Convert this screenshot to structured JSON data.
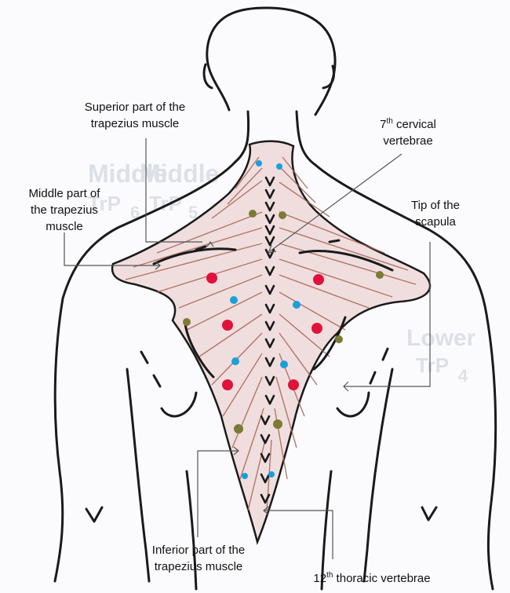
{
  "labels": {
    "superior": {
      "line1": "Superior part of the",
      "line2": "trapezius muscle"
    },
    "middle": {
      "line1": "Middle part of",
      "line2": "the trapezius",
      "line3": "muscle"
    },
    "c7": {
      "prefix": "7",
      "sup": "th",
      "line1_rest": " cervical",
      "line2": "vertebrae"
    },
    "tip": {
      "line1": "Tip of the",
      "line2": "scapula"
    },
    "inferior": {
      "line1": "Inferior part of the",
      "line2": "trapezius muscle"
    },
    "t12": {
      "prefix": "12",
      "sup": "th",
      "rest": " thoracic vertebrae"
    }
  },
  "background_text": {
    "middle_left": "Middle",
    "tp_left": "TrP",
    "num_left": "6",
    "middle_right": "Middle",
    "tp_right": "TrP",
    "num_right": "5",
    "lower": "Lower",
    "tp_lower": "TrP",
    "num_lower": "4"
  },
  "colors": {
    "outline": "#1a1a1a",
    "muscle_fill": "#f0dede",
    "muscle_fiber": "#a86256",
    "red_point": "#e0123a",
    "blue_point": "#1aa0d8",
    "olive_point": "#7c7a34",
    "leader_line": "#555555",
    "ghost_text": "#d8dbe2"
  }
}
